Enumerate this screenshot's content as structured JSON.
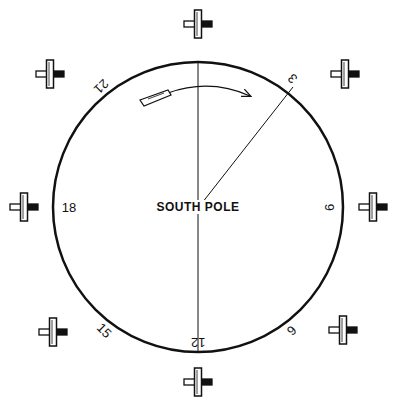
{
  "diagram": {
    "labels": [
      "21",
      "3",
      "18",
      "SOUTH POLE",
      "6",
      "15",
      "9",
      "12"
    ]
  }
}
